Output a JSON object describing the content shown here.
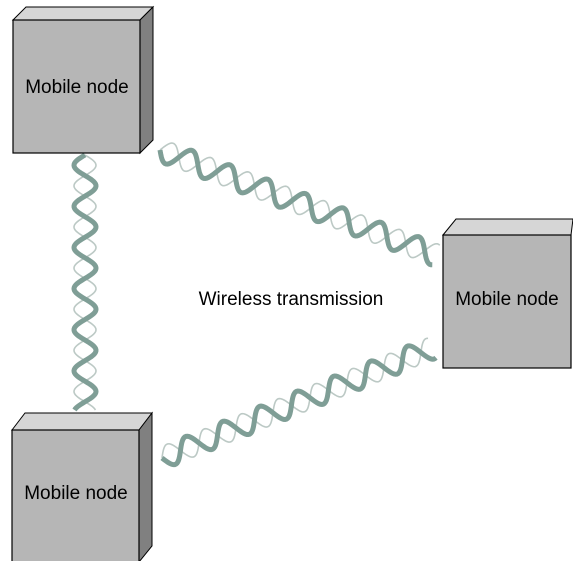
{
  "colors": {
    "box_front": "#b6b6b6",
    "box_top": "#d6d6d6",
    "box_side": "#808080",
    "box_stroke": "#000000",
    "wave_primary": "#7f9e96",
    "wave_secondary": "#bcc9c5"
  },
  "nodes": [
    {
      "label": "Mobile node"
    },
    {
      "label": "Mobile node"
    },
    {
      "label": "Mobile node"
    }
  ],
  "links": [
    {
      "from": 0,
      "to": 1
    },
    {
      "from": 0,
      "to": 2
    },
    {
      "from": 1,
      "to": 2
    }
  ],
  "center_label": "Wireless transmission"
}
